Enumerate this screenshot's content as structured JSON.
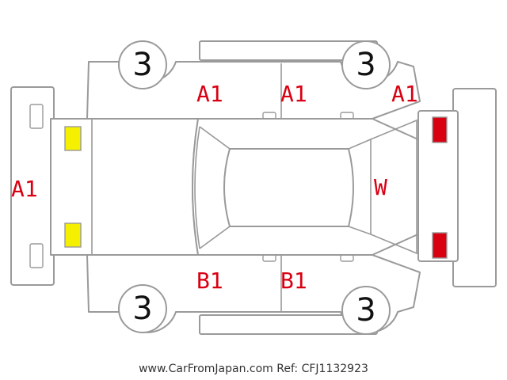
{
  "colors": {
    "damage_code": "#d90012",
    "outline": "#9a9a9a",
    "yellow_light": "#f5ef00",
    "red_light": "#d90012"
  },
  "wheels": {
    "front_top": "3",
    "rear_top": "3",
    "front_bottom": "3",
    "rear_bottom": "3"
  },
  "codes": {
    "front_bumper": "A1",
    "top_front_door": "A1",
    "top_rear_door": "A1",
    "top_rear_quarter": "A1",
    "rear_window": "W",
    "bottom_front_door": "B1",
    "bottom_rear_door": "B1"
  },
  "footer": "www.CarFromJapan.com Ref: CFJ1132923"
}
